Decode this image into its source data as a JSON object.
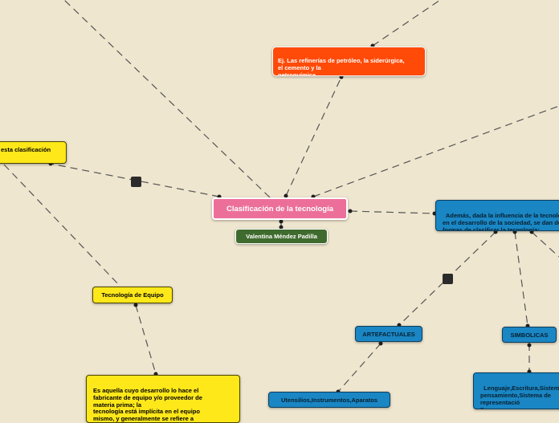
{
  "nodes": {
    "central": "Clasificación de la tecnología",
    "author": "Valentina Méndez Padilla",
    "refinerias": "Ej. Las refinerías de petróleo, la siderúrgica,\nel cemento y la\npetroquímica.",
    "clasificacion_left": "esta clasificación",
    "ademas": "Además, dada la influencia de la tecnología\nen el desarrollo de la sociedad, se dan dos\nformas de clasificar la tecnología:",
    "tecnologia_equipo": "Tecnología de Equipo",
    "equipo_desc": "Es aquella cuyo desarrollo lo hace el\nfabricante de equipo y/o proveedor de\nmateria prima; la\n tecnología está implícita en el equipo\nmismo, y generalmente se refiere a\nindustrias de operación como plástico,",
    "artefactuales": "ARTEFACTUALES",
    "utensilios": "Utensilios,Instrumentos,Aparatos",
    "simbolicas": "SIMBOLICAS",
    "lenguaje": "Lenguaje,Escritura,Sistemas de\npensamiento,Sistema de\nrepresentació\nn"
  },
  "colors": {
    "background": "#efe6cf",
    "central": "#ec6f9a",
    "author": "#3f6b2e",
    "example": "#ff4a08",
    "category": "#1a86c4",
    "detail": "#ffe81a",
    "connector": "#555555"
  }
}
